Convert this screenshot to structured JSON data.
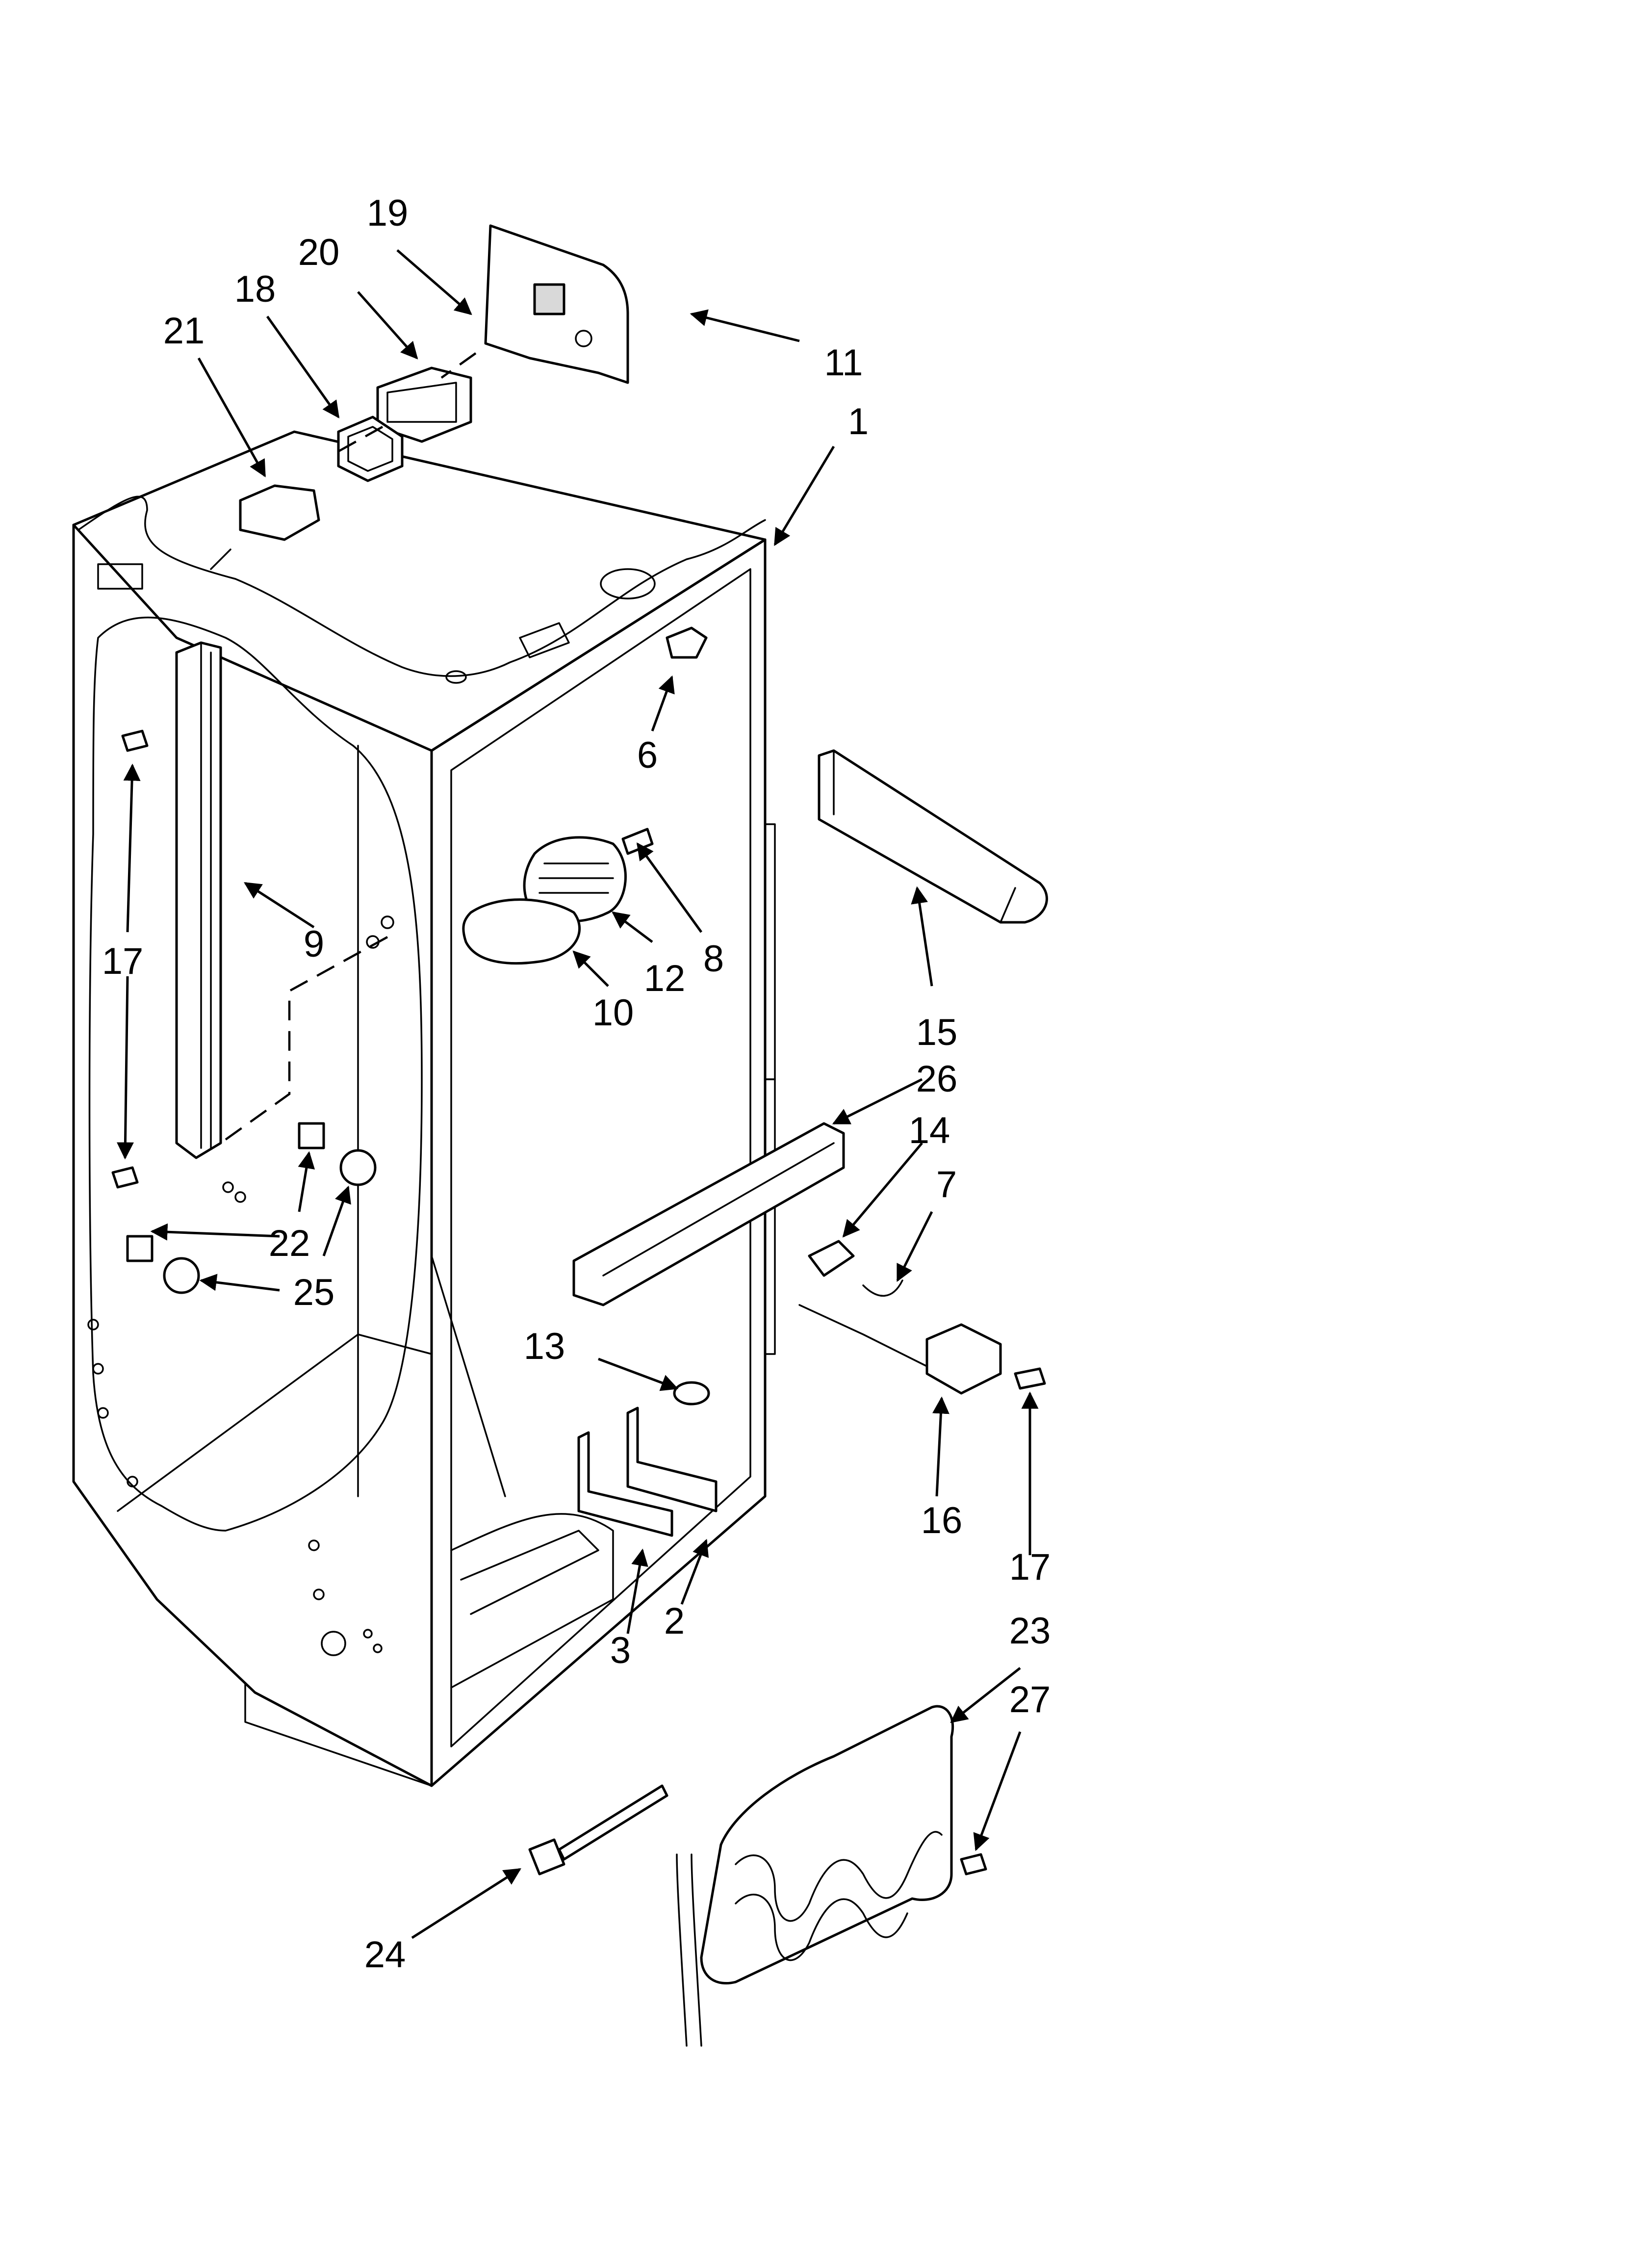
{
  "diagram": {
    "callouts": {
      "c1": "1",
      "c2": "2",
      "c3": "3",
      "c6": "6",
      "c7": "7",
      "c8": "8",
      "c9": "9",
      "c10": "10",
      "c11": "11",
      "c12": "12",
      "c13": "13",
      "c14": "14",
      "c15": "15",
      "c16": "16",
      "c17a": "17",
      "c17b": "17",
      "c18": "18",
      "c19": "19",
      "c20": "20",
      "c21": "21",
      "c22": "22",
      "c23": "23",
      "c24": "24",
      "c25": "25",
      "c26": "26",
      "c27": "27"
    }
  }
}
